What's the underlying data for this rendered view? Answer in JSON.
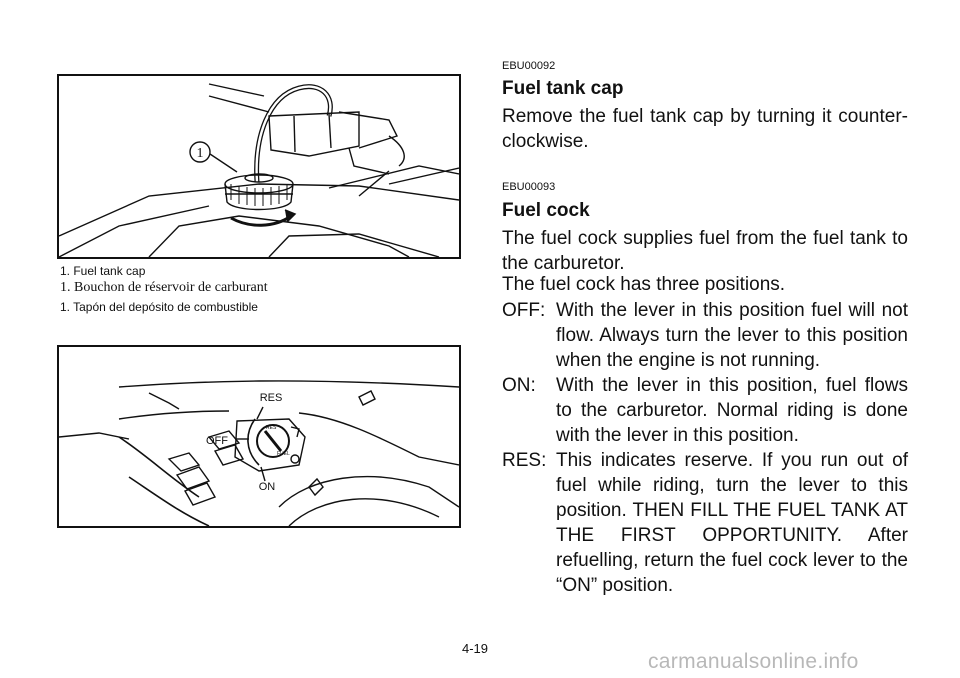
{
  "figure1": {
    "callout": "1"
  },
  "captions": {
    "en": "1.  Fuel tank cap",
    "fr": "1.  Bouchon de réservoir de carburant",
    "es": "1.  Tapón del depósito de combustible"
  },
  "figure2": {
    "label_res": "RES",
    "label_off": "OFF",
    "label_on": "ON",
    "knob_res": "RES",
    "knob_fuel": "FUEL"
  },
  "sections": [
    {
      "code": "EBU00092",
      "title": "Fuel tank cap",
      "text": "Remove the fuel tank cap by turning it counter-clockwise."
    },
    {
      "code": "EBU00093",
      "title": "Fuel cock",
      "text": "The fuel cock supplies fuel from the fuel tank to the carburetor.",
      "text2": "The fuel cock has three positions.",
      "positions": [
        {
          "term": "OFF:",
          "desc": "With the lever in this position fuel will not flow. Always turn the lever to this position when the engine is not running."
        },
        {
          "term": "ON:",
          "desc": "With the lever in this position, fuel flows to the carburetor. Normal riding is done with the lever in this position."
        },
        {
          "term": "RES:",
          "desc": "This indicates reserve. If you run out of fuel while riding, turn the lever to this position. THEN FILL THE FUEL TANK AT THE FIRST OPPORTUNITY. After refuelling, return the fuel cock lever to the “ON” position."
        }
      ]
    }
  ],
  "page_number": "4-19",
  "watermark": "carmanualsonline.info"
}
